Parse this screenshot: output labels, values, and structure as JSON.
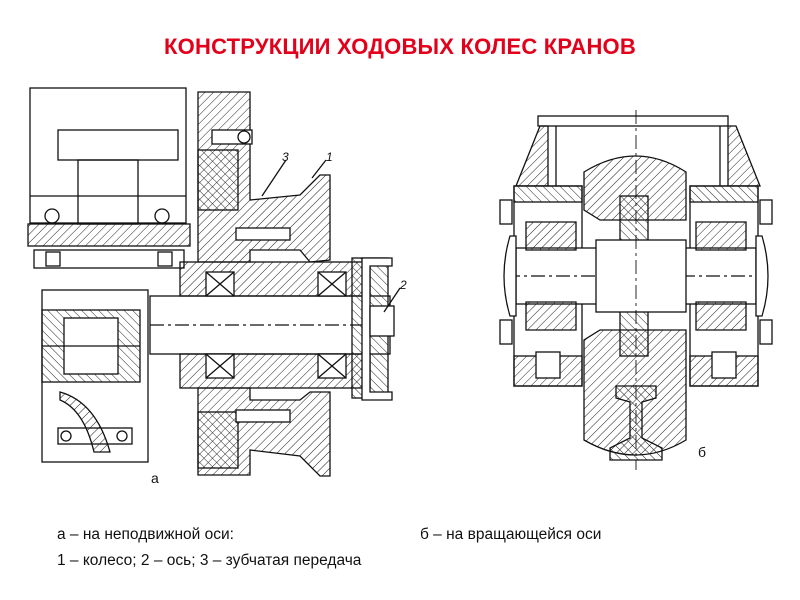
{
  "title": "КОНСТРУКЦИИ ХОДОВЫХ КОЛЕС КРАНОВ",
  "figures": {
    "a": {
      "label": "а"
    },
    "b": {
      "label": "б"
    }
  },
  "part_numbers": {
    "p1": "1",
    "p2": "2",
    "p3": "3"
  },
  "captions": {
    "fixed_axle": "а – на неподвижной оси:",
    "rotating_axle": "б – на вращающейся оси",
    "legend": "1 – колесо; 2 – ось; 3 – зубчатая передача"
  }
}
